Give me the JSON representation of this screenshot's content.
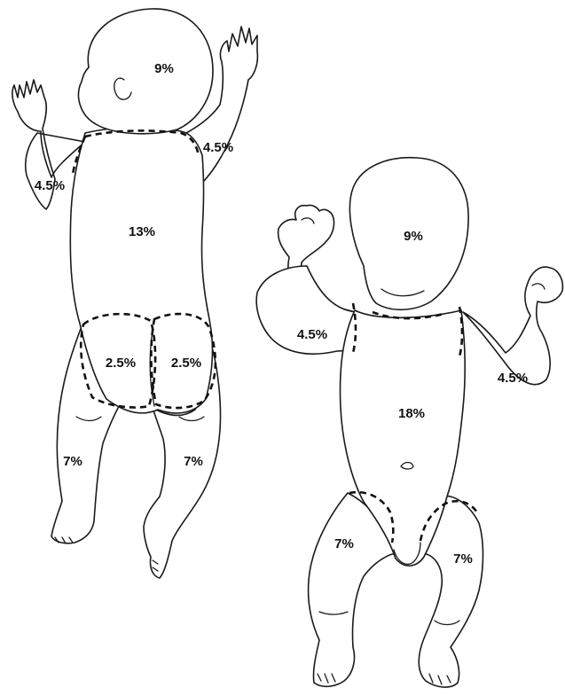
{
  "colors": {
    "outline": "#1a1a1a",
    "zone_dash": "#111111",
    "text": "#111111",
    "background": "#ffffff"
  },
  "back_view": {
    "head": "9%",
    "right_arm": "4.5%",
    "left_arm": "4.5%",
    "trunk": "13%",
    "left_buttock": "2.5%",
    "right_buttock": "2.5%",
    "left_leg": "7%",
    "right_leg": "7%"
  },
  "front_view": {
    "head": "9%",
    "right_arm": "4.5%",
    "left_arm": "4.5%",
    "trunk": "18%",
    "left_leg": "7%",
    "right_leg": "7%"
  }
}
